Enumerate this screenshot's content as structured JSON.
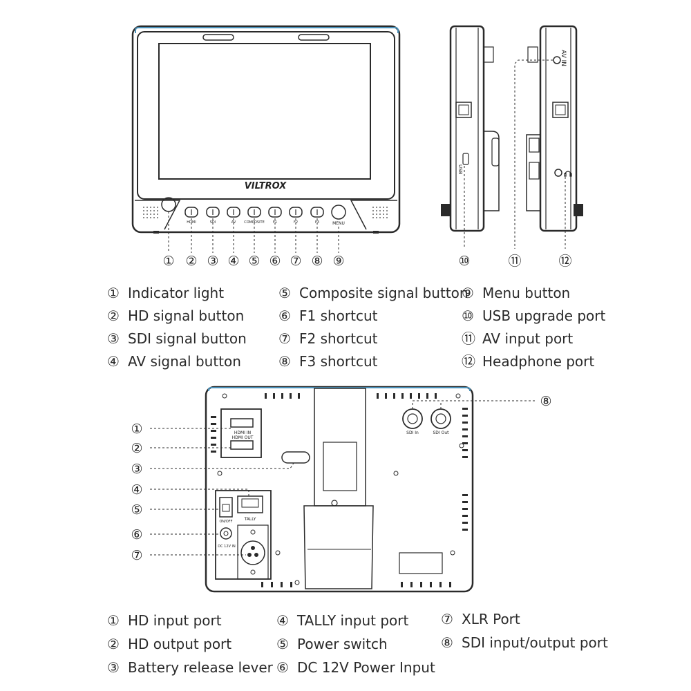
{
  "front": {
    "brand": "VILTROX",
    "buttons": [
      "HDMI",
      "SDI",
      "AV",
      "COMPOSITE",
      "F1",
      "F2",
      "F3"
    ],
    "menu": "MENU",
    "callouts": [
      "①",
      "②",
      "③",
      "④",
      "⑤",
      "⑥",
      "⑦",
      "⑧",
      "⑨"
    ]
  },
  "side": {
    "usb": "USB",
    "av_in": "AV IN",
    "callouts": [
      "⑩",
      "⑪",
      "⑫"
    ]
  },
  "legend_top": [
    {
      "num": "①",
      "text": "Indicator light"
    },
    {
      "num": "②",
      "text": "HD signal button"
    },
    {
      "num": "③",
      "text": "SDI signal button"
    },
    {
      "num": "④",
      "text": "AV signal button"
    },
    {
      "num": "⑤",
      "text": "Composite signal button"
    },
    {
      "num": "⑥",
      "text": "F1 shortcut"
    },
    {
      "num": "⑦",
      "text": "F2 shortcut"
    },
    {
      "num": "⑧",
      "text": "F3 shortcut"
    },
    {
      "num": "⑨",
      "text": "Menu button"
    },
    {
      "num": "⑩",
      "text": "USB upgrade port"
    },
    {
      "num": "⑪",
      "text": "AV input port"
    },
    {
      "num": "⑫",
      "text": "Headphone port"
    }
  ],
  "back": {
    "hdmi_in": "HDMI IN",
    "hdmi_out": "HDMI OUT",
    "tally": "TALLY",
    "on_off": "ON/OFF",
    "dc": "DC 12V IN",
    "sdi_in": "SDI In",
    "sdi_out": "SDI Out",
    "callouts": [
      "①",
      "②",
      "③",
      "④",
      "⑤",
      "⑥",
      "⑦",
      "⑧"
    ]
  },
  "legend_bottom": [
    {
      "num": "①",
      "text": "HD  input port"
    },
    {
      "num": "②",
      "text": "HD output port"
    },
    {
      "num": "③",
      "text": "Battery release lever"
    },
    {
      "num": "④",
      "text": "TALLY input port"
    },
    {
      "num": "⑤",
      "text": "Power switch"
    },
    {
      "num": "⑥",
      "text": "DC 12V Power Input"
    },
    {
      "num": "⑦",
      "text": "XLR Port"
    },
    {
      "num": "⑧",
      "text": "SDI input/output port"
    }
  ],
  "colors": {
    "outline": "#2a2a2a",
    "accent": "#4a90b8"
  }
}
